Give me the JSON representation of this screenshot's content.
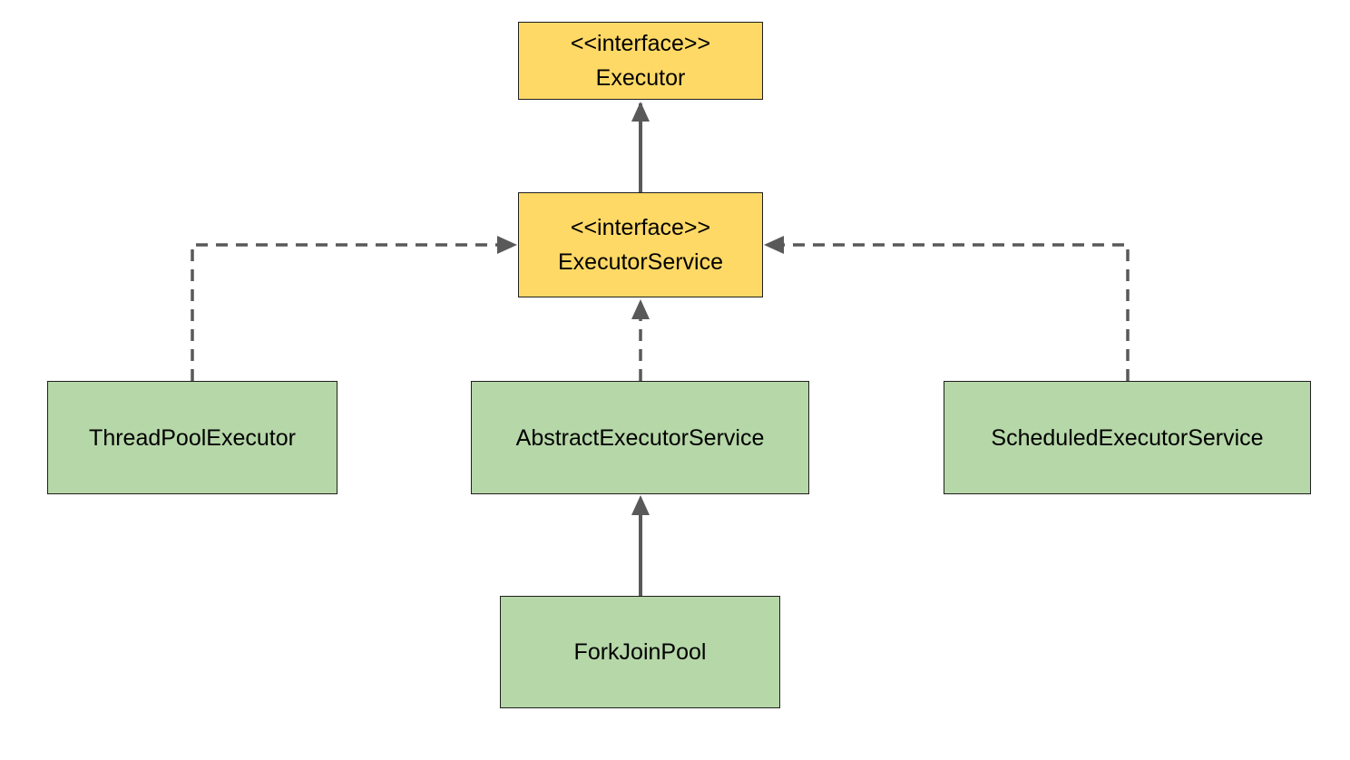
{
  "diagram": {
    "colors": {
      "interface_fill": "#ffd966",
      "class_fill": "#b6d7a8",
      "edge": "#595959",
      "border": "#1f1f1f"
    },
    "nodes": {
      "executor": {
        "stereotype": "<<interface>>",
        "name": "Executor"
      },
      "executor_service": {
        "stereotype": "<<interface>>",
        "name": "ExecutorService"
      },
      "thread_pool_executor": {
        "name": "ThreadPoolExecutor"
      },
      "abstract_executor_service": {
        "name": "AbstractExecutorService"
      },
      "scheduled_executor_service": {
        "name": "ScheduledExecutorService"
      },
      "fork_join_pool": {
        "name": "ForkJoinPool"
      }
    },
    "edges": [
      {
        "from": "executor_service",
        "to": "executor",
        "style": "solid"
      },
      {
        "from": "thread_pool_executor",
        "to": "executor_service",
        "style": "dashed"
      },
      {
        "from": "abstract_executor_service",
        "to": "executor_service",
        "style": "dashed"
      },
      {
        "from": "scheduled_executor_service",
        "to": "executor_service",
        "style": "dashed"
      },
      {
        "from": "fork_join_pool",
        "to": "abstract_executor_service",
        "style": "solid"
      }
    ]
  }
}
